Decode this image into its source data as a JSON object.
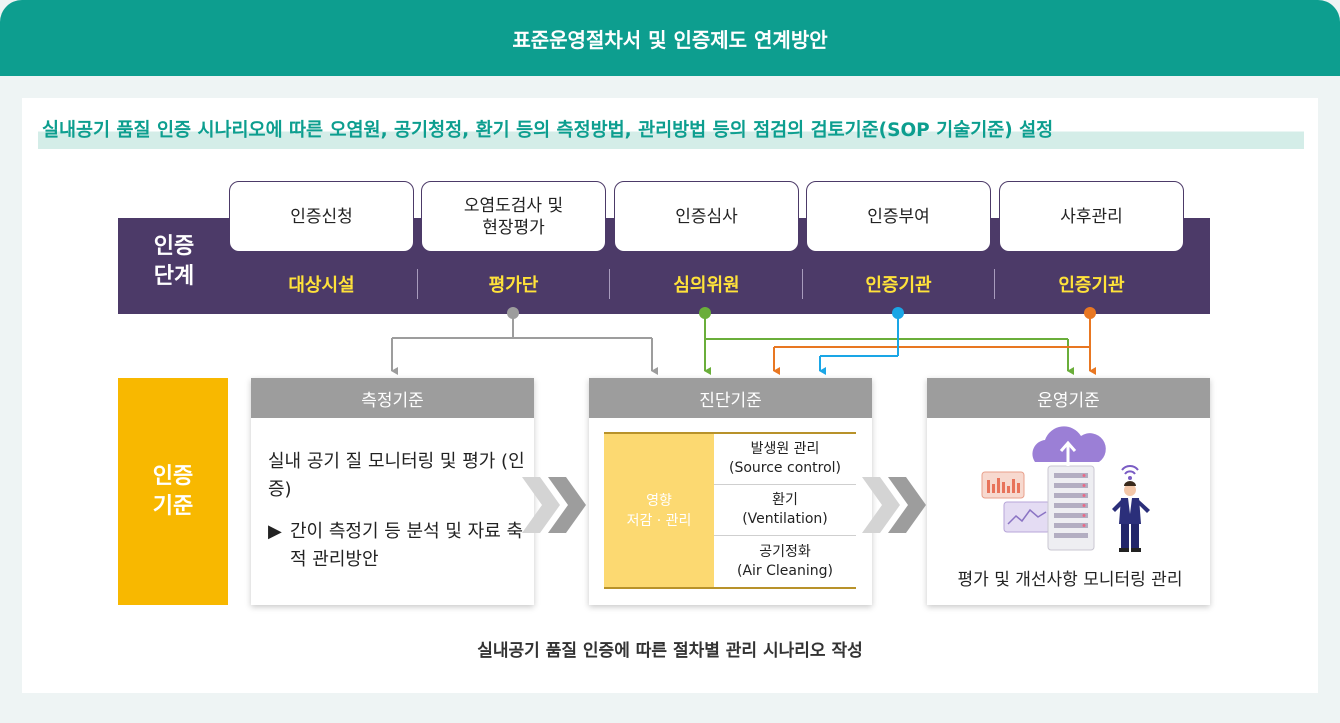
{
  "header": {
    "title": "표준운영절차서 및 인증제도 연계방안"
  },
  "subtitle": "실내공기 품질 인증 시나리오에 따른 오염원, 공기청정, 환기 등의 측정방법, 관리방법 등의 점검의 검토기준(SOP 기술기준) 설정",
  "stages": {
    "title": "인증\n단계",
    "items": [
      {
        "step": "인증신청",
        "actor": "대상시설"
      },
      {
        "step": "오염도검사 및\n현장평가",
        "actor": "평가단"
      },
      {
        "step": "인증심사",
        "actor": "심의위원"
      },
      {
        "step": "인증부여",
        "actor": "인증기관"
      },
      {
        "step": "사후관리",
        "actor": "인증기관"
      }
    ]
  },
  "standards": {
    "title": "인증\n기준",
    "measurement": {
      "header": "측정기준",
      "text": "실내 공기 질 모니터링 및 평가 (인증)",
      "bullet_marker": "▶",
      "bullet": "간이 측정기 등 분석 및 자료 축적 관리방안"
    },
    "diagnosis": {
      "header": "진단기준",
      "left_line1": "영향",
      "left_line2": "저감 · 관리",
      "items": [
        {
          "ko": "발생원 관리",
          "en": "(Source control)"
        },
        {
          "ko": "환기",
          "en": "(Ventilation)"
        },
        {
          "ko": "공기정화",
          "en": "(Air Cleaning)"
        }
      ]
    },
    "operation": {
      "header": "운영기준",
      "caption": "평가 및 개선사항 모니터링 관리"
    }
  },
  "footer_caption": "실내공기 품질 인증에 따른 절차별 관리 시나리오 작성",
  "colors": {
    "teal": "#0d9e8f",
    "purple": "#4c3a68",
    "yellow_label": "#ffe23a",
    "orange_block": "#f8b800",
    "gray": "#9d9d9d",
    "green": "#6aae3a",
    "blue": "#1aa6e6",
    "orange": "#e87722"
  }
}
